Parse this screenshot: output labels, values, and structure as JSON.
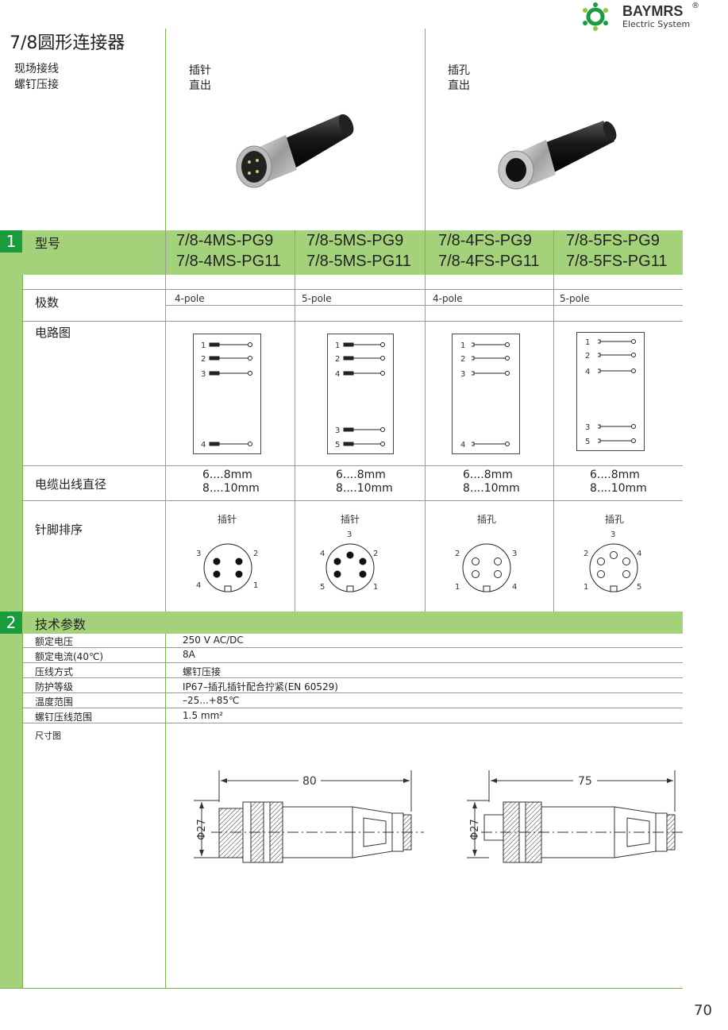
{
  "logo": {
    "brand": "BAYMRS",
    "reg": "®",
    "sub": "Electric System"
  },
  "page_title": "7/8圆形连接器",
  "top_left_labels": [
    "现场接线",
    "螺钉压接"
  ],
  "product_columns": [
    {
      "line1": "插针",
      "line2": "直出"
    },
    {
      "line1": "插孔",
      "line2": "直出"
    }
  ],
  "section1": {
    "number": "1",
    "label": "型号",
    "models": [
      [
        "7/8-4MS-PG9",
        "7/8-4MS-PG11"
      ],
      [
        "7/8-5MS-PG9",
        "7/8-5MS-PG11"
      ],
      [
        "7/8-4FS-PG9",
        "7/8-4FS-PG11"
      ],
      [
        "7/8-5FS-PG9",
        "7/8-5FS-PG11"
      ]
    ],
    "rows": {
      "poles_label": "极数",
      "poles": [
        "4-pole",
        "5-pole",
        "4-pole",
        "5-pole"
      ],
      "circuit_label": "电路图",
      "circuit_pins": [
        [
          "1",
          "2",
          "3",
          "4"
        ],
        [
          "1",
          "2",
          "4",
          "3",
          "5"
        ],
        [
          "1",
          "2",
          "3",
          "4"
        ],
        [
          "1",
          "2",
          "4",
          "3",
          "5"
        ]
      ],
      "cable_label": "电缆出线直径",
      "cable": [
        [
          "6....8mm",
          "8....10mm"
        ],
        [
          "6....8mm",
          "8....10mm"
        ],
        [
          "6....8mm",
          "8....10mm"
        ],
        [
          "6....8mm",
          "8....10mm"
        ]
      ],
      "pinout_label": "针脚排序",
      "pinout_types": [
        "插针",
        "插针",
        "插孔",
        "插孔"
      ]
    }
  },
  "section2": {
    "number": "2",
    "label": "技术参数",
    "params": [
      {
        "label": "额定电压",
        "value": "250 V AC/DC"
      },
      {
        "label": "额定电流(40℃)",
        "value": "8A"
      },
      {
        "label": "压线方式",
        "value": "螺钉压接"
      },
      {
        "label": "防护等级",
        "value": "IP67–插孔插针配合拧紧(EN 60529)"
      },
      {
        "label": "温度范围",
        "value": "–25...+85℃"
      },
      {
        "label": "螺钉压线范围",
        "value": "1.5 mm²"
      }
    ],
    "dims_label": "尺寸图",
    "dims": [
      {
        "length": "80",
        "diameter": "Φ27"
      },
      {
        "length": "75",
        "diameter": "Φ27"
      }
    ]
  },
  "page_number": "70",
  "colors": {
    "accent_green": "#a3d27a",
    "dark_green": "#1a9c3e",
    "line_green": "#7ab648"
  }
}
